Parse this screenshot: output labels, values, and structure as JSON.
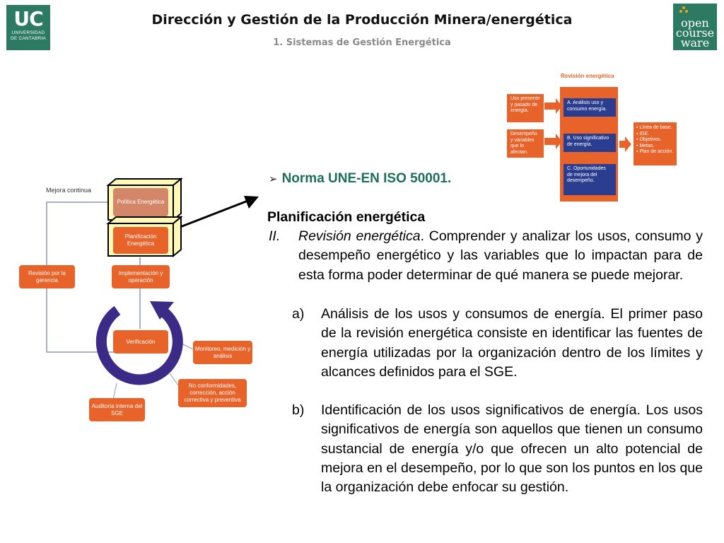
{
  "header": {
    "uc_logo_mark": "UC",
    "uc_logo_line1": "UNIVERSIDAD",
    "uc_logo_line2": "DE CANTABRIA",
    "ocw_logo": [
      "open",
      "course",
      "ware"
    ],
    "title": "Dirección y Gestión de la Producción Minera/energética",
    "subtitle": "1. Sistemas de Gestión Energética"
  },
  "cycle_diagram": {
    "mejora": "Mejora continua",
    "politica": "Política Energética",
    "planificacion": "Planificación Energética",
    "implementacion": "Implementación y operación",
    "verificacion": "Verificación",
    "revision": "Revisión por la gerencia",
    "monitoreo": "Monitoreo, medición y análisis",
    "no_conformidades": "No conformidades, corrección, acción correctiva y preventiva",
    "auditoria": "Auditoría interna del SGE",
    "colors": {
      "orange": "#e8632a",
      "purple": "#3b2b86",
      "highlight": "#fff9b8"
    }
  },
  "review_diagram": {
    "title": "Revisión energética",
    "left_top": "Uso presente y pasado de energía.",
    "left_bottom": "Desempeño y variables que lo afectan.",
    "a": "A. Análisis uso y consumo energía.",
    "b": "B. Uso significativo de energía.",
    "c": "C. Oportunidades de mejora del desempeño.",
    "outputs": [
      "Línea de base.",
      "IDE.",
      "Objetivos.",
      "Metas.",
      "Plan de acción."
    ],
    "colors": {
      "orange": "#e8632a",
      "blue": "#2b3d8f"
    }
  },
  "content": {
    "norma": "Norma UNE-EN ISO 50001.",
    "planificacion": "Planificación energética",
    "item_ii_num": "II.",
    "item_ii_lead": "Revisión energética",
    "item_ii_text": ". Comprender y analizar los usos, consumo y desempeño energético y las variables que lo impactan para de esta forma poder determinar de qué manera se puede mejorar.",
    "item_a_num": "a)",
    "item_a_text": "Análisis de los usos y consumos de energía. El primer paso de la revisión energética consiste en identificar las fuentes de energía utilizadas por la organización dentro de los límites y alcances definidos para el SGE.",
    "item_b_num": "b)",
    "item_b_text": "Identificación de los usos significativos de energía. Los usos significativos de energía son aquellos que tienen un consumo sustancial de energía y/o que ofrecen un alto potencial de mejora en el desempeño, por lo que son los puntos en los que la organización debe enfocar su gestión."
  }
}
